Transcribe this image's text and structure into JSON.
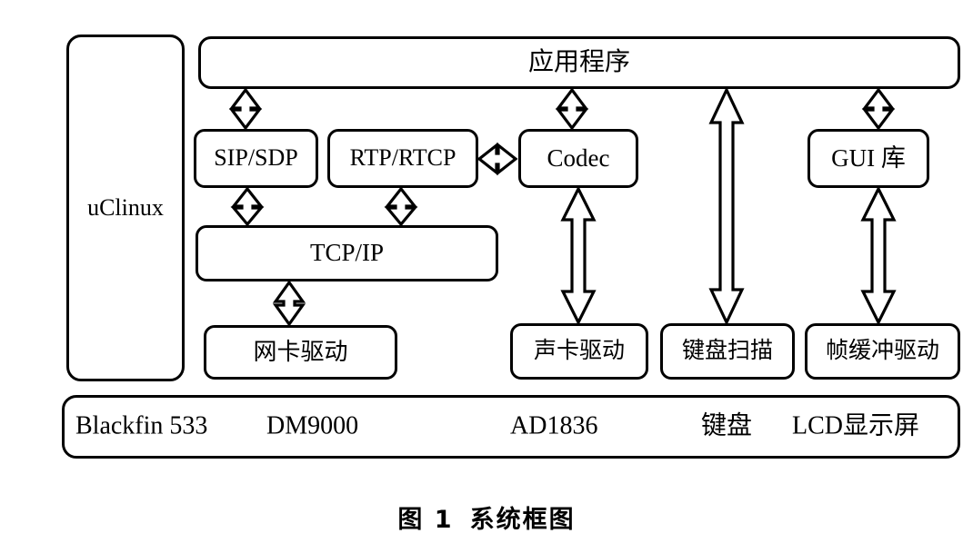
{
  "figure": {
    "caption_label": "图 1",
    "caption_title": "系统框图"
  },
  "diagram": {
    "type": "block-diagram",
    "os": {
      "label": "uClinux"
    },
    "application_layer": {
      "label": "应用程序"
    },
    "middleware": [
      {
        "id": "sipsdp",
        "label": "SIP/SDP"
      },
      {
        "id": "rtprtcp",
        "label": "RTP/RTCP"
      },
      {
        "id": "codec",
        "label": "Codec"
      },
      {
        "id": "gui",
        "label": "GUI 库"
      }
    ],
    "protocol_stack": {
      "label": "TCP/IP"
    },
    "drivers": [
      {
        "id": "netdrv",
        "label": "网卡驱动"
      },
      {
        "id": "sounddrv",
        "label": "声卡驱动"
      },
      {
        "id": "keyscan",
        "label": "键盘扫描"
      },
      {
        "id": "framebufdrv",
        "label": "帧缓冲驱动"
      }
    ],
    "hardware": [
      {
        "id": "cpu",
        "label": "Blackfin 533"
      },
      {
        "id": "ethmac",
        "label": "DM9000"
      },
      {
        "id": "audio",
        "label": "AD1836"
      },
      {
        "id": "keypad",
        "label": "键盘"
      },
      {
        "id": "display",
        "label": "LCD显示屏"
      }
    ],
    "connections": [
      {
        "from": "应用程序",
        "to": "SIP/SDP",
        "style": "double-headed"
      },
      {
        "from": "应用程序",
        "to": "Codec",
        "style": "double-headed"
      },
      {
        "from": "应用程序",
        "to": "键盘扫描",
        "style": "double-headed"
      },
      {
        "from": "应用程序",
        "to": "GUI 库",
        "style": "double-headed"
      },
      {
        "from": "SIP/SDP",
        "to": "TCP/IP",
        "style": "double-headed"
      },
      {
        "from": "RTP/RTCP",
        "to": "TCP/IP",
        "style": "double-headed"
      },
      {
        "from": "RTP/RTCP",
        "to": "Codec",
        "style": "double-headed"
      },
      {
        "from": "TCP/IP",
        "to": "网卡驱动",
        "style": "double-headed"
      },
      {
        "from": "Codec",
        "to": "声卡驱动",
        "style": "double-headed"
      },
      {
        "from": "GUI 库",
        "to": "帧缓冲驱动",
        "style": "double-headed"
      }
    ]
  },
  "colors": {
    "stroke": "#000000",
    "background": "#ffffff",
    "fill": "#ffffff"
  }
}
